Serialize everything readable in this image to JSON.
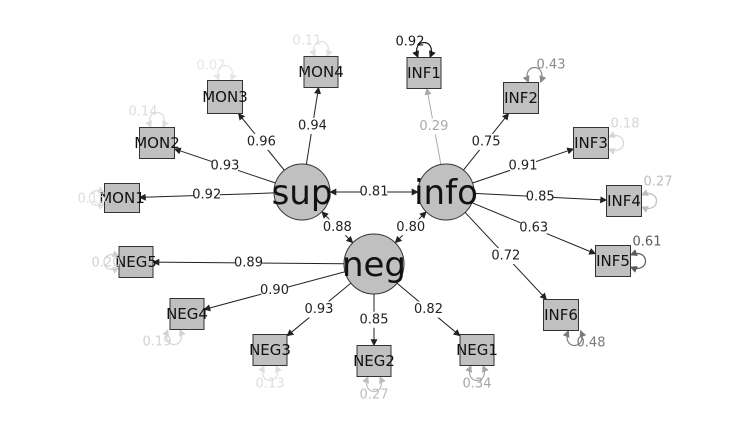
{
  "latents": [
    {
      "id": "sup",
      "label": "sup"
    },
    {
      "id": "info",
      "label": "info"
    },
    {
      "id": "neg",
      "label": "neg"
    }
  ],
  "manifests": [
    {
      "id": "MON1",
      "label": "MON1",
      "factor": "sup",
      "loading": "0.92",
      "resid": "0.15",
      "resid_color": "#dddddd"
    },
    {
      "id": "MON2",
      "label": "MON2",
      "factor": "sup",
      "loading": "0.93",
      "resid": "0.14",
      "resid_color": "#dddddd"
    },
    {
      "id": "MON3",
      "label": "MON3",
      "factor": "sup",
      "loading": "0.96",
      "resid": "0.07",
      "resid_color": "#e6e6e6"
    },
    {
      "id": "MON4",
      "label": "MON4",
      "factor": "sup",
      "loading": "0.94",
      "resid": "0.11",
      "resid_color": "#e0e0e0"
    },
    {
      "id": "INF1",
      "label": "INF1",
      "factor": "info",
      "loading": "0.29",
      "resid": "0.92",
      "resid_color": "#1a1a1a"
    },
    {
      "id": "INF2",
      "label": "INF2",
      "factor": "info",
      "loading": "0.75",
      "resid": "0.43",
      "resid_color": "#8a8a8a"
    },
    {
      "id": "INF3",
      "label": "INF3",
      "factor": "info",
      "loading": "0.91",
      "resid": "0.18",
      "resid_color": "#d6d6d6"
    },
    {
      "id": "INF4",
      "label": "INF4",
      "factor": "info",
      "loading": "0.85",
      "resid": "0.27",
      "resid_color": "#bdbdbd"
    },
    {
      "id": "INF5",
      "label": "INF5",
      "factor": "info",
      "loading": "0.63",
      "resid": "0.61",
      "resid_color": "#5a5a5a"
    },
    {
      "id": "INF6",
      "label": "INF6",
      "factor": "info",
      "loading": "0.72",
      "resid": "0.48",
      "resid_color": "#7a7a7a"
    },
    {
      "id": "NEG5",
      "label": "NEG5",
      "factor": "neg",
      "loading": "0.89",
      "resid": "0.20",
      "resid_color": "#d0d0d0"
    },
    {
      "id": "NEG4",
      "label": "NEG4",
      "factor": "neg",
      "loading": "0.90",
      "resid": "0.19",
      "resid_color": "#d3d3d3"
    },
    {
      "id": "NEG3",
      "label": "NEG3",
      "factor": "neg",
      "loading": "0.93",
      "resid": "0.13",
      "resid_color": "#dedede"
    },
    {
      "id": "NEG2",
      "label": "NEG2",
      "factor": "neg",
      "loading": "0.85",
      "resid": "0.27",
      "resid_color": "#bdbdbd"
    },
    {
      "id": "NEG1",
      "label": "NEG1",
      "factor": "neg",
      "loading": "0.82",
      "resid": "0.34",
      "resid_color": "#a6a6a6"
    }
  ],
  "covariances": [
    {
      "from": "sup",
      "to": "info",
      "value": "0.81"
    },
    {
      "from": "sup",
      "to": "neg",
      "value": "0.88"
    },
    {
      "from": "info",
      "to": "neg",
      "value": "0.80"
    }
  ],
  "colors": {
    "node_fill": "#c0c0c0",
    "node_stroke": "#333333",
    "path": "#222222",
    "inf1_path": "#aaaaaa"
  }
}
